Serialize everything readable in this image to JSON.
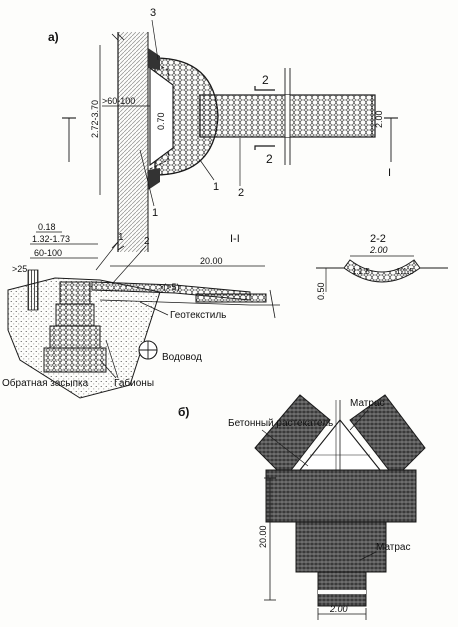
{
  "fig_a": {
    "label": "а)",
    "callouts": [
      "3",
      "1",
      "1",
      "2"
    ],
    "dims": {
      "range_60_100": ">60-100",
      "height_272_370": "2.72-3.70",
      "d_070": "0.70",
      "d_200": "2.00"
    },
    "section_mark": "2",
    "section_line_label": "I"
  },
  "section_1_1": {
    "title": "I-I",
    "dims": {
      "d_018": "0.18",
      "d_132_173": "1.32-1.73",
      "d_60_100": "60-100",
      "d_gt25": ">25",
      "d_2000": "20.00",
      "slope": ">(>5)"
    },
    "callouts": [
      "1",
      "2"
    ],
    "labels": {
      "geotextile": "Геотекстиль",
      "water_pipe": "Водовод",
      "backfill": "Обратная засыпка",
      "gabions": "Габионы"
    }
  },
  "section_2_2": {
    "title": "2-2",
    "dims": {
      "width": "2.00",
      "slope_a": "1:1.5",
      "slope_b": "1:1.5",
      "depth": "0.50"
    }
  },
  "fig_b": {
    "label": "б)",
    "labels": {
      "concrete_spreader": "Бетонный растекатель",
      "mattress_top": "Матрас",
      "mattress_side": "Матрас"
    },
    "dims": {
      "length": "20.00",
      "width": "2.00"
    }
  },
  "colors": {
    "ink": "#1a1a1a",
    "paper": "#fdfdfb",
    "hatch": "#6a6a6a"
  }
}
